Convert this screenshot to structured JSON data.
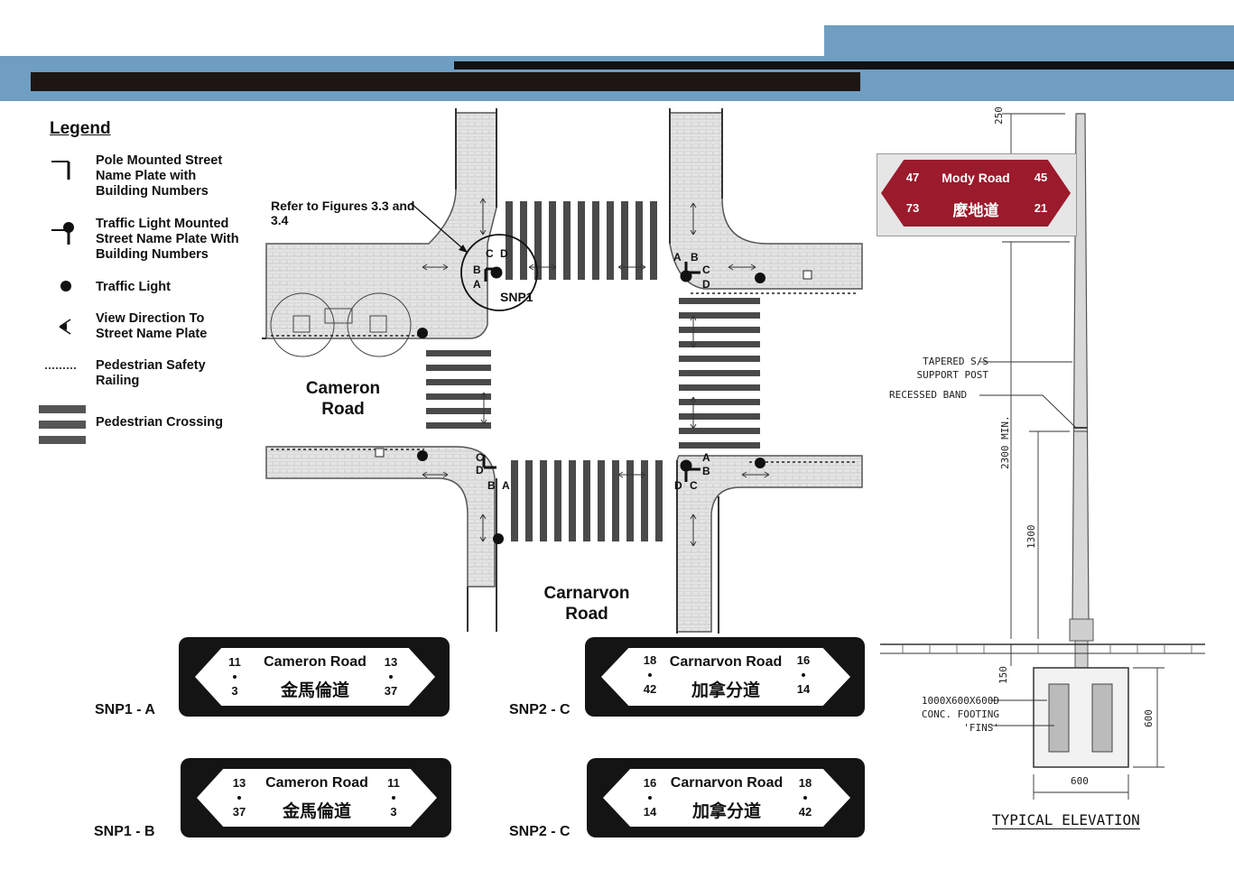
{
  "legend": {
    "title": "Legend",
    "items": [
      {
        "icon": "pole-mounted-plate-icon",
        "label": "Pole Mounted Street Name Plate with Building Numbers"
      },
      {
        "icon": "traffic-light-plate-icon",
        "label": "Traffic Light Mounted Street Name Plate With Building Numbers"
      },
      {
        "icon": "traffic-light-dot-icon",
        "label": "Traffic Light"
      },
      {
        "icon": "view-direction-icon",
        "label": "View Direction To Street Name Plate"
      },
      {
        "icon": "safety-railing-icon",
        "label": "Pedestrian Safety Railing"
      },
      {
        "icon": "crossing-stripes-icon",
        "label": "Pedestrian Crossing"
      }
    ]
  },
  "plan": {
    "callout": "Refer to Figures 3.3 and 3.4",
    "snp1_label": "SNP1",
    "roads": {
      "cameron": "Cameron Road",
      "carnarvon": "Carnarvon Road"
    },
    "corner_letters": {
      "nw": [
        "A",
        "B",
        "C",
        "D"
      ],
      "ne": [
        "A",
        "B",
        "C",
        "D"
      ],
      "sw": [
        "A",
        "B",
        "C",
        "D"
      ],
      "se": [
        "A",
        "B",
        "C",
        "D"
      ]
    }
  },
  "plates": [
    {
      "id": "SNP1 - A",
      "name": "Cameron Road",
      "cn": "金馬倫道",
      "tl": "11",
      "bl": "3",
      "tr": "13",
      "br": "37"
    },
    {
      "id": "SNP2 - C",
      "name": "Carnarvon Road",
      "cn": "加拿分道",
      "tl": "18",
      "bl": "42",
      "tr": "16",
      "br": "14"
    },
    {
      "id": "SNP1 - B",
      "name": "Cameron Road",
      "cn": "金馬倫道",
      "tl": "13",
      "bl": "37",
      "tr": "11",
      "br": "3"
    },
    {
      "id": "SNP2 - C",
      "name": "Carnarvon Road",
      "cn": "加拿分道",
      "tl": "16",
      "bl": "14",
      "tr": "18",
      "br": "42"
    }
  ],
  "elevation": {
    "plate": {
      "name": "Mody Road",
      "cn": "麼地道",
      "tl": "47",
      "bl": "73",
      "tr": "45",
      "br": "21",
      "color": "#9b1a2c"
    },
    "labels": {
      "post": "TAPERED S/S SUPPORT POST",
      "band": "RECESSED BAND",
      "footing": "1000X600X600D CONC. FOOTING 'FINS'"
    },
    "dims": {
      "top": "250",
      "clear": "2300 MIN.",
      "band_height": "1300",
      "footing_top": "150",
      "footing_depth": "600",
      "footing_width": "600"
    },
    "title": "TYPICAL ELEVATION"
  },
  "colors": {
    "header_blue": "#6f9ec2",
    "header_black": "#1e1612",
    "sign_red": "#9b1a2c"
  }
}
